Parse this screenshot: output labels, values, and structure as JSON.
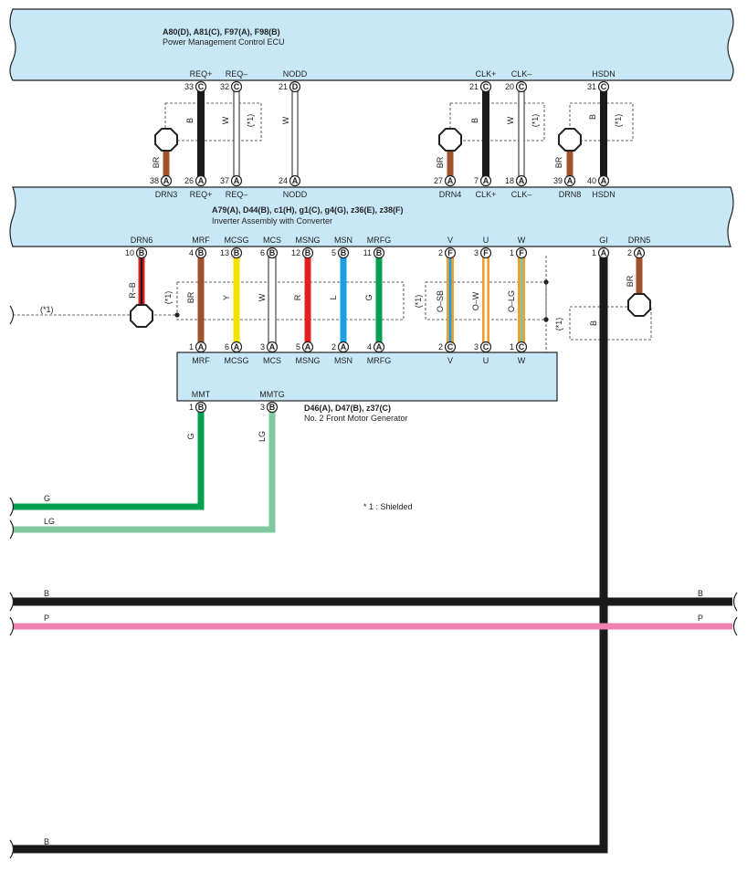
{
  "colors": {
    "box_fill": "#c8e8f8",
    "black": "#1a1a1a",
    "white_wire": "#ffffff",
    "brown": "#a0522d",
    "red": "#e02020",
    "yellow": "#f5e000",
    "blue": "#1a9fe0",
    "green": "#00a050",
    "light_green": "#80c8a0",
    "orange": "#f0a030",
    "pink": "#f080b0"
  },
  "ecu": {
    "title": "A80(D), A81(C), F97(A), F98(B)",
    "subtitle": "Power Management Control ECU",
    "pins": [
      {
        "name": "REQ+",
        "num": "33",
        "conn": "C"
      },
      {
        "name": "REQ–",
        "num": "32",
        "conn": "C"
      },
      {
        "name": "NODD",
        "num": "21",
        "conn": "D"
      },
      {
        "name": "CLK+",
        "num": "21",
        "conn": "C"
      },
      {
        "name": "CLK–",
        "num": "20",
        "conn": "C"
      },
      {
        "name": "HSDN",
        "num": "31",
        "conn": "C"
      }
    ]
  },
  "inverter": {
    "title": "A79(A), D44(B), c1(H), g1(C), g4(G), z36(E), z38(F)",
    "subtitle": "Inverter Assembly with Converter",
    "top_pins": [
      {
        "name": "DRN3",
        "num": "38",
        "conn": "A"
      },
      {
        "name": "REQ+",
        "num": "26",
        "conn": "A"
      },
      {
        "name": "REQ–",
        "num": "37",
        "conn": "A"
      },
      {
        "name": "NODD",
        "num": "24",
        "conn": "A"
      },
      {
        "name": "DRN4",
        "num": "27",
        "conn": "A"
      },
      {
        "name": "CLK+",
        "num": "7",
        "conn": "A"
      },
      {
        "name": "CLK–",
        "num": "18",
        "conn": "A"
      },
      {
        "name": "DRN8",
        "num": "39",
        "conn": "A"
      },
      {
        "name": "HSDN",
        "num": "40",
        "conn": "A"
      }
    ],
    "bottom_pins": [
      {
        "name": "DRN6",
        "num": "10",
        "conn": "B"
      },
      {
        "name": "MRF",
        "num": "4",
        "conn": "B"
      },
      {
        "name": "MCSG",
        "num": "13",
        "conn": "B"
      },
      {
        "name": "MCS",
        "num": "6",
        "conn": "B"
      },
      {
        "name": "MSNG",
        "num": "12",
        "conn": "B"
      },
      {
        "name": "MSN",
        "num": "5",
        "conn": "B"
      },
      {
        "name": "MRFG",
        "num": "11",
        "conn": "B"
      },
      {
        "name": "V",
        "num": "2",
        "conn": "F"
      },
      {
        "name": "U",
        "num": "3",
        "conn": "F"
      },
      {
        "name": "W",
        "num": "1",
        "conn": "F"
      },
      {
        "name": "GI",
        "num": "1",
        "conn": "A"
      },
      {
        "name": "DRN5",
        "num": "2",
        "conn": "A"
      }
    ]
  },
  "motor": {
    "title": "D46(A), D47(B), z37(C)",
    "subtitle": "No. 2 Front Motor Generator",
    "top_pins": [
      {
        "name": "MRF",
        "num": "1",
        "conn": "A"
      },
      {
        "name": "MCSG",
        "num": "6",
        "conn": "A"
      },
      {
        "name": "MCS",
        "num": "3",
        "conn": "A"
      },
      {
        "name": "MSNG",
        "num": "5",
        "conn": "A"
      },
      {
        "name": "MSN",
        "num": "2",
        "conn": "A"
      },
      {
        "name": "MRFG",
        "num": "4",
        "conn": "A"
      },
      {
        "name": "V",
        "num": "2",
        "conn": "C"
      },
      {
        "name": "U",
        "num": "3",
        "conn": "C"
      },
      {
        "name": "W",
        "num": "1",
        "conn": "C"
      }
    ],
    "bottom_pins": [
      {
        "name": "MMT",
        "num": "1",
        "conn": "B"
      },
      {
        "name": "MMTG",
        "num": "3",
        "conn": "B"
      }
    ]
  },
  "wire_labels": {
    "upper": [
      "BR",
      "B",
      "W",
      "(*1)",
      "W",
      "BR",
      "B",
      "W",
      "(*1)",
      "BR",
      "B",
      "(*1)"
    ],
    "lower": [
      "R–B",
      "(*1)",
      "BR",
      "Y",
      "W",
      "R",
      "L",
      "G",
      "(*1)",
      "O–SB",
      "O–W",
      "O–LG",
      "BR",
      "(*1)",
      "B"
    ],
    "left_dashed": "(*1)",
    "motor_out": [
      "G",
      "LG"
    ]
  },
  "buses": [
    {
      "left": "G",
      "right": ""
    },
    {
      "left": "LG",
      "right": ""
    },
    {
      "left": "B",
      "right": "B"
    },
    {
      "left": "P",
      "right": "P"
    },
    {
      "left": "B",
      "right": ""
    }
  ],
  "note": "* 1 : Shielded"
}
